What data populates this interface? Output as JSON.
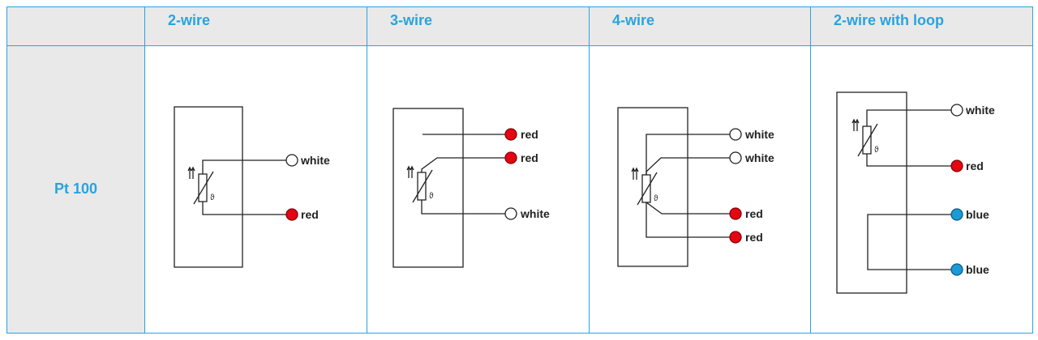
{
  "header": {
    "corner": "",
    "columns": [
      "2-wire",
      "3-wire",
      "4-wire",
      "2-wire with loop"
    ]
  },
  "row": {
    "label": "Pt 100"
  },
  "symbol": {
    "theta": "ϑ"
  },
  "colors": {
    "accent": "#29a3df",
    "header_bg": "#e9e9e9",
    "red": "#e30613",
    "blue": "#1a9ad6",
    "white": "#ffffff"
  },
  "diagrams": [
    {
      "name": "2-wire",
      "terminals": [
        {
          "color": "white",
          "label": "white"
        },
        {
          "color": "red",
          "label": "red"
        }
      ]
    },
    {
      "name": "3-wire",
      "terminals": [
        {
          "color": "red",
          "label": "red"
        },
        {
          "color": "red",
          "label": "red"
        },
        {
          "color": "white",
          "label": "white"
        }
      ]
    },
    {
      "name": "4-wire",
      "terminals": [
        {
          "color": "white",
          "label": "white"
        },
        {
          "color": "white",
          "label": "white"
        },
        {
          "color": "red",
          "label": "red"
        },
        {
          "color": "red",
          "label": "red"
        }
      ]
    },
    {
      "name": "2-wire with loop",
      "terminals": [
        {
          "color": "white",
          "label": "white"
        },
        {
          "color": "red",
          "label": "red"
        },
        {
          "color": "blue",
          "label": "blue"
        },
        {
          "color": "blue",
          "label": "blue"
        }
      ]
    }
  ]
}
